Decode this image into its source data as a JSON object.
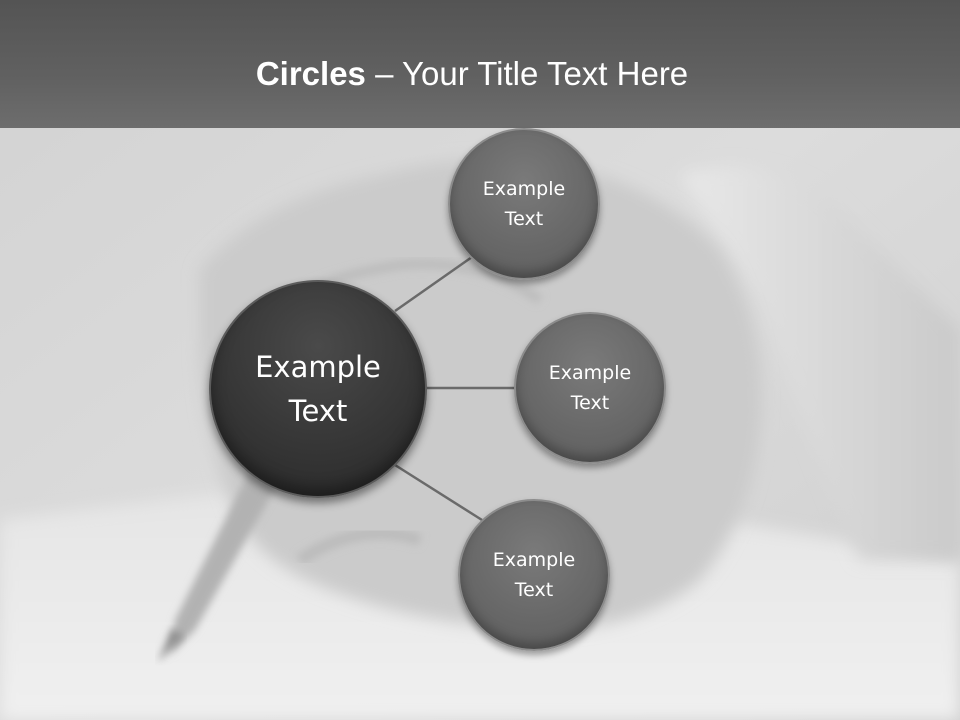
{
  "slide": {
    "title_bold": "Circles",
    "title_rest": " – Your Title Text Here"
  },
  "diagram": {
    "center": {
      "label": "Example\nText"
    },
    "satellites": [
      {
        "label": "Example\nText"
      },
      {
        "label": "Example\nText"
      },
      {
        "label": "Example\nText"
      }
    ]
  },
  "colors": {
    "title_band": "#5a5a5a",
    "center_fill": "#363636",
    "satellite_fill": "#6a6a6a",
    "connector": "#666666",
    "text": "#ffffff"
  }
}
